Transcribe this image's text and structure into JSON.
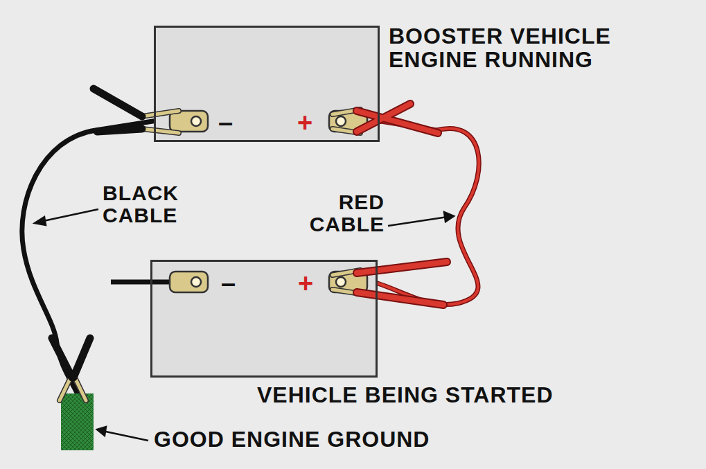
{
  "diagram": {
    "nodes": [
      {
        "text": [
          "BOOSTER VEHICLE ENGINE RUNNING",
          "–",
          "+"
        ]
      },
      {
        "text": [
          "–",
          "+",
          "VEHICLE BEING STARTED"
        ]
      },
      {
        "text": [
          "GOOD ENGINE GROUND"
        ]
      }
    ],
    "edges": [
      {
        "from": 0,
        "to": 2,
        "arrow": "none"
      },
      {
        "from": 0,
        "to": 1,
        "arrow": "none"
      }
    ],
    "labels": [
      "BLACK CABLE",
      "RED CABLE"
    ]
  }
}
